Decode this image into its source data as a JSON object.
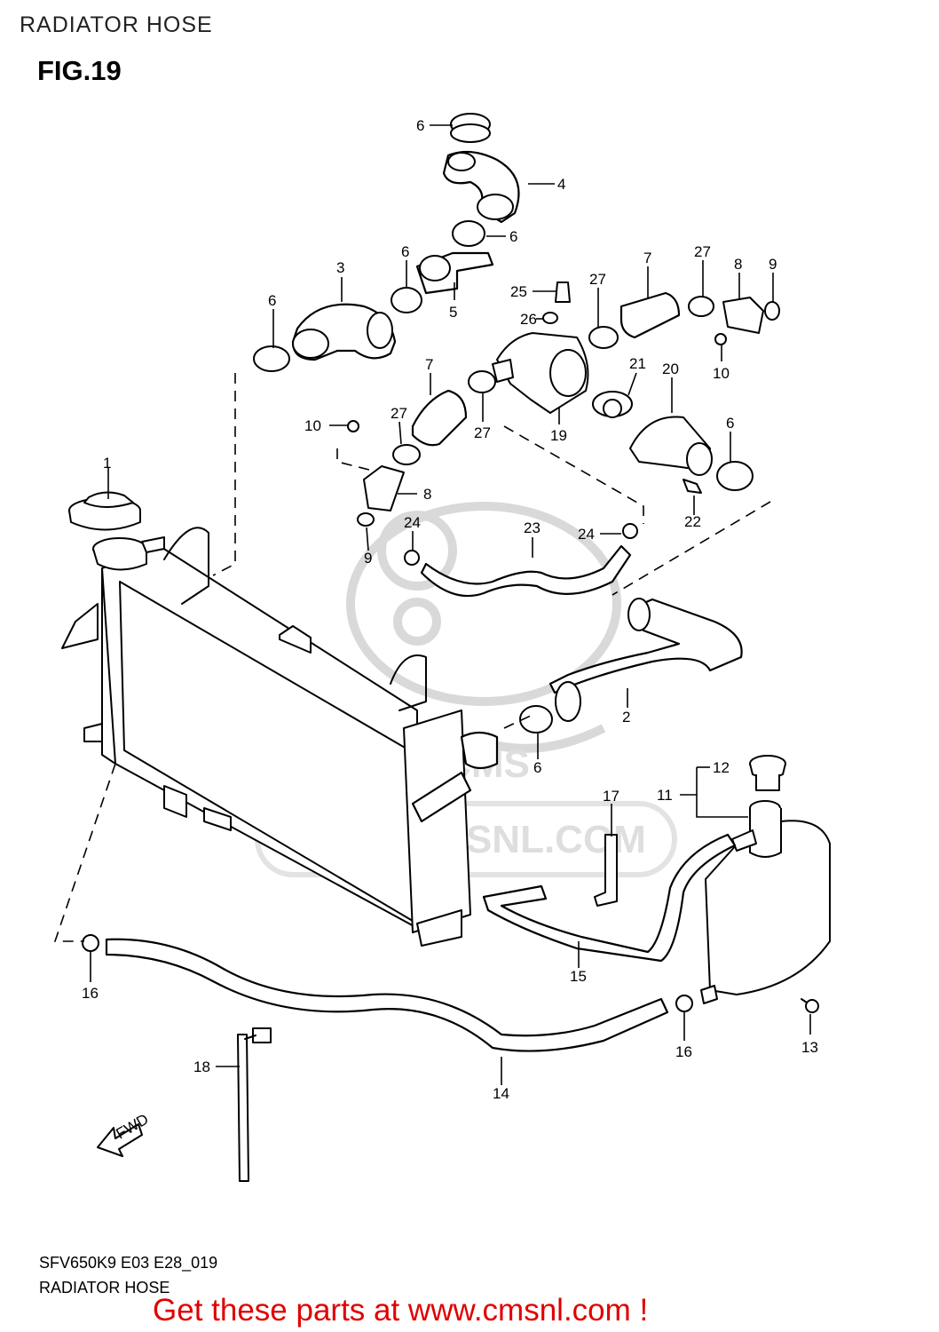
{
  "header": {
    "title": "RADIATOR HOSE"
  },
  "figure": {
    "label": "FIG.19"
  },
  "watermark": {
    "brand": "CMS",
    "url": "WWW.CMSNL.COM"
  },
  "fwd_arrow": {
    "label": "FWD"
  },
  "callouts": {
    "c1": "1",
    "c2": "2",
    "c3": "3",
    "c4": "4",
    "c5": "5",
    "c6a": "6",
    "c6b": "6",
    "c6c": "6",
    "c6d": "6",
    "c6e": "6",
    "c6f": "6",
    "c7a": "7",
    "c7b": "7",
    "c8a": "8",
    "c8b": "8",
    "c9a": "9",
    "c9b": "9",
    "c10a": "10",
    "c10b": "10",
    "c11": "11",
    "c12": "12",
    "c13": "13",
    "c14": "14",
    "c15": "15",
    "c16a": "16",
    "c16b": "16",
    "c17": "17",
    "c18": "18",
    "c19": "19",
    "c20": "20",
    "c21": "21",
    "c22": "22",
    "c23": "23",
    "c24a": "24",
    "c24b": "24",
    "c25": "25",
    "c26": "26",
    "c27a": "27",
    "c27b": "27",
    "c27c": "27",
    "c27d": "27"
  },
  "footer": {
    "code": "SFV650K9 E03 E28_019",
    "name": "RADIATOR HOSE",
    "promo": "Get these parts at www.cmsnl.com !"
  },
  "colors": {
    "promo": "#e00000",
    "line": "#000000",
    "watermark": "#d9d9d9"
  }
}
